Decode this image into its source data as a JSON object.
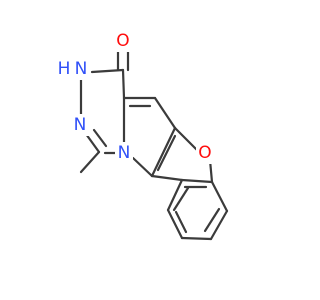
{
  "molecule": {
    "atoms": [
      {
        "id": "O1",
        "label": "O",
        "color": "#ff0d0d"
      },
      {
        "id": "N3",
        "label": "H",
        "color": "#3050f8"
      },
      {
        "id": "N3b",
        "label": "N",
        "color": "#3050f8"
      },
      {
        "id": "N4",
        "label": "N",
        "color": "#3050f8"
      },
      {
        "id": "N5",
        "label": "N",
        "color": "#3050f8"
      },
      {
        "id": "O2",
        "label": "O",
        "color": "#ff0d0d"
      }
    ],
    "bond_color": "#3b3b3b"
  }
}
